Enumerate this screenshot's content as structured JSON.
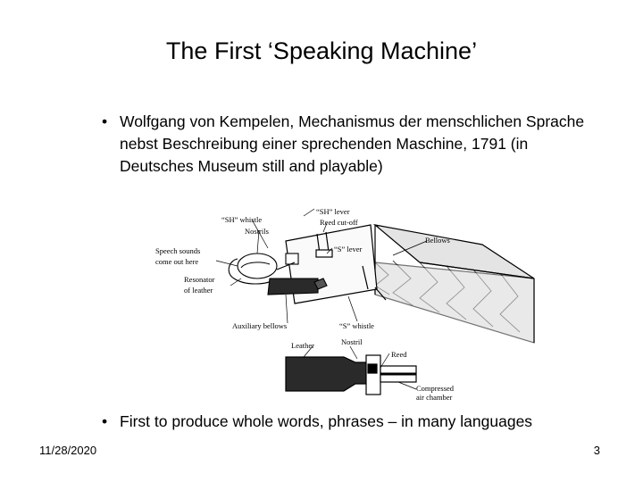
{
  "slide": {
    "title": "The First ‘Speaking Machine’",
    "bullets": [
      "Wolfgang von Kempelen, Mechanismus der menschlichen Sprache nebst Beschreibung einer sprechenden Maschine, 1791 (in Deutsches Museum still and playable)",
      "First to produce whole words, phrases – in many languages"
    ],
    "bullet_symbol": "•",
    "date": "11/28/2020",
    "page_number": "3"
  },
  "figure": {
    "labels": {
      "sh_lever": "“SH” lever",
      "sh_whistle": "“SH” whistle",
      "reed_cutoff": "Reed cut-off",
      "nostrils": "Nostrils",
      "bellows": "Bellows",
      "speech_sounds_1": "Speech sounds",
      "speech_sounds_2": "come out here",
      "s_lever": "“S” lever",
      "resonator_1": "Resonator",
      "resonator_2": "of leather",
      "auxiliary_bellows": "Auxiliary bellows",
      "s_whistle": "“S” whistle",
      "nostril": "Nostril",
      "leather": "Leather",
      "reed": "Reed",
      "compressed_1": "Compressed",
      "compressed_2": "air chamber"
    }
  }
}
